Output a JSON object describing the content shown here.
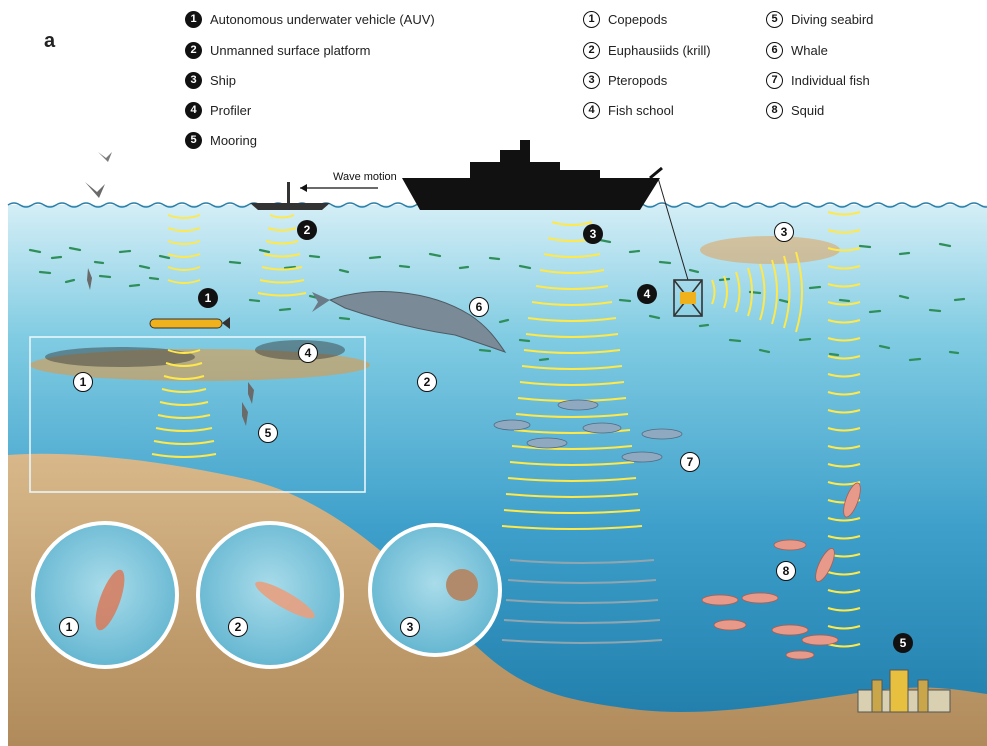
{
  "panel_letter": "a",
  "legend_platforms": [
    {
      "num": "1",
      "label": "Autonomous underwater vehicle (AUV)"
    },
    {
      "num": "2",
      "label": "Unmanned surface platform"
    },
    {
      "num": "3",
      "label": "Ship"
    },
    {
      "num": "4",
      "label": "Profiler"
    },
    {
      "num": "5",
      "label": "Mooring"
    }
  ],
  "legend_organisms_col1": [
    {
      "num": "1",
      "label": "Copepods"
    },
    {
      "num": "2",
      "label": "Euphausiids (krill)"
    },
    {
      "num": "3",
      "label": "Pteropods"
    },
    {
      "num": "4",
      "label": "Fish school"
    }
  ],
  "legend_organisms_col2": [
    {
      "num": "5",
      "label": "Diving seabird"
    },
    {
      "num": "6",
      "label": "Whale"
    },
    {
      "num": "7",
      "label": "Individual fish"
    },
    {
      "num": "8",
      "label": "Squid"
    }
  ],
  "scene": {
    "wave_motion_label": "Wave motion",
    "platform_markers": [
      "1",
      "2",
      "3",
      "4",
      "5"
    ],
    "organism_markers": [
      "1",
      "2",
      "3",
      "4",
      "5",
      "6",
      "7",
      "8"
    ],
    "inset_labels": [
      "1",
      "2",
      "3"
    ]
  },
  "colors": {
    "ocean_top": "#cdeaf4",
    "ocean_mid": "#6cc3dd",
    "ocean_bottom": "#1a7fae",
    "seafloor": "#c9a67a",
    "acoustic_beam": "#ffe84a",
    "fish_school_green": "#2e8b57",
    "krill_orange": "#e8953a",
    "ship": "#111111"
  }
}
